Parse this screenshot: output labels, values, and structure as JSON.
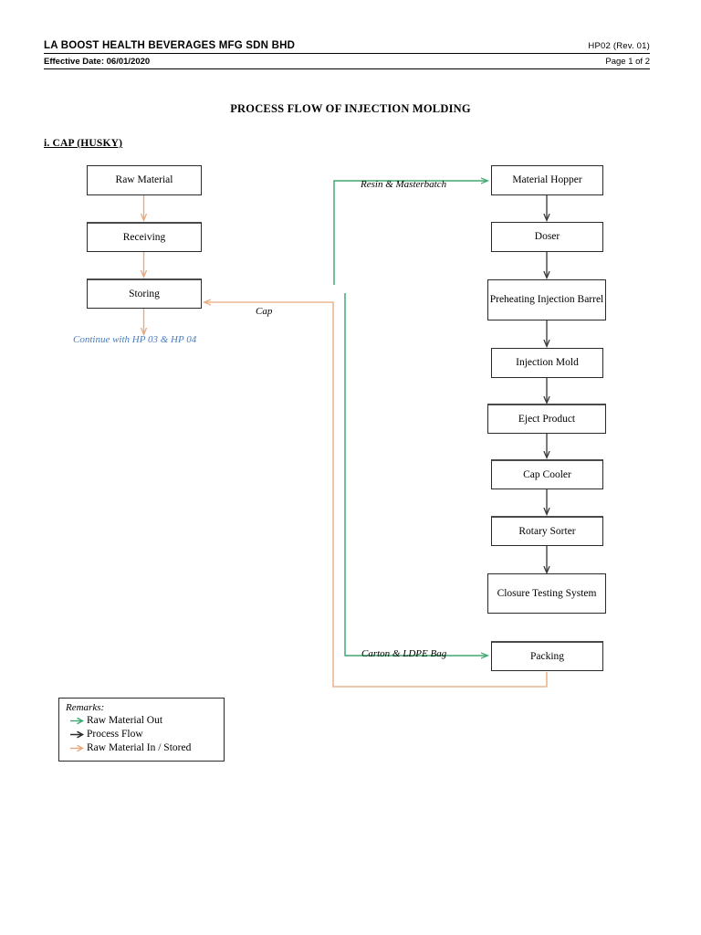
{
  "header": {
    "company": "LA BOOST HEALTH BEVERAGES MFG SDN BHD",
    "doc_code": "HP02 (Rev. 01)",
    "effective_date": "Effective Date: 06/01/2020",
    "page_number": "Page 1 of 2"
  },
  "document": {
    "title": "PROCESS FLOW OF INJECTION MOLDING",
    "section": "i. CAP (HUSKY)"
  },
  "colors": {
    "raw_material_out": "#3fa86e",
    "process_flow": "#3a3a3a",
    "raw_material_in": "#e8a87c",
    "note_blue": "#4a7ebb",
    "box_border": "#2b2b2b"
  },
  "flow": {
    "left_column": [
      {
        "id": "raw-material",
        "label": "Raw Material"
      },
      {
        "id": "receiving",
        "label": "Receiving"
      },
      {
        "id": "storing",
        "label": "Storing"
      }
    ],
    "right_column": [
      {
        "id": "material-hopper",
        "label": "Material Hopper"
      },
      {
        "id": "doser",
        "label": "Doser"
      },
      {
        "id": "preheating-injection-barrel",
        "label": "Preheating Injection Barrel"
      },
      {
        "id": "injection-mold",
        "label": "Injection Mold"
      },
      {
        "id": "eject-product",
        "label": "Eject Product"
      },
      {
        "id": "cap-cooler",
        "label": "Cap Cooler"
      },
      {
        "id": "rotary-sorter",
        "label": "Rotary Sorter"
      },
      {
        "id": "closure-testing-system",
        "label": "Closure Testing System"
      },
      {
        "id": "packing",
        "label": "Packing"
      }
    ],
    "connector_labels": {
      "resin": "Resin & Masterbatch",
      "cap": "Cap",
      "carton": "Carton & LDPE Bag"
    },
    "continue_note": "Continue with HP 03 & HP 04"
  },
  "legend": {
    "title": "Remarks:",
    "items": [
      {
        "label": "Raw Material Out",
        "arrow": "green-arrow-icon"
      },
      {
        "label": "Process Flow",
        "arrow": "black-arrow-icon"
      },
      {
        "label": "Raw Material In / Stored",
        "arrow": "orange-arrow-icon"
      }
    ]
  }
}
